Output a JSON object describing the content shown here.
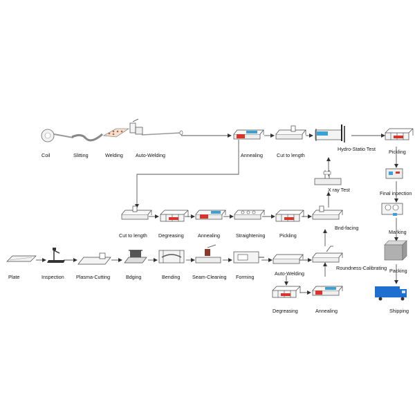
{
  "stations": {
    "coil": "Coil",
    "slitting": "Slitting",
    "welding": "Welding",
    "auto_welding_top": "Auto-Welding",
    "annealing_top": "Annealing",
    "cut_to_length_top": "Cut to length",
    "hydro_static_test": "Hydro-Statio Test",
    "pickling_right": "Pickling",
    "final_inspection": "Final inpection",
    "marking": "Marking",
    "packing": "Packing",
    "shipping": "Shipping",
    "x_ray_test": "X ray Test",
    "end_facing": "Bnd-facing",
    "cut_to_length_mid": "Cut to length",
    "degreasing_mid": "Degreasing",
    "annealing_mid": "Annealing",
    "straightening": "Straightening",
    "pickling_mid": "Pickling",
    "plate": "Plate",
    "inspection": "Inspection",
    "plasma_cutting": "Plasma-Cutting",
    "edging": "Bdging",
    "bending": "Bending",
    "seam_cleaning": "Seam-Cleaning",
    "forming": "Forming",
    "auto_welding_low": "Auto-Welding",
    "roundness_calibrating": "Roundness-Calibrating",
    "degreasing_low": "Degreasing",
    "annealing_low": "Annealing"
  },
  "colors": {
    "machine_red": "#d9342b",
    "machine_blue": "#3aa0d8",
    "truck_blue": "#1f6fd0",
    "box_gray": "#b0b0b0",
    "line": "#555555"
  }
}
